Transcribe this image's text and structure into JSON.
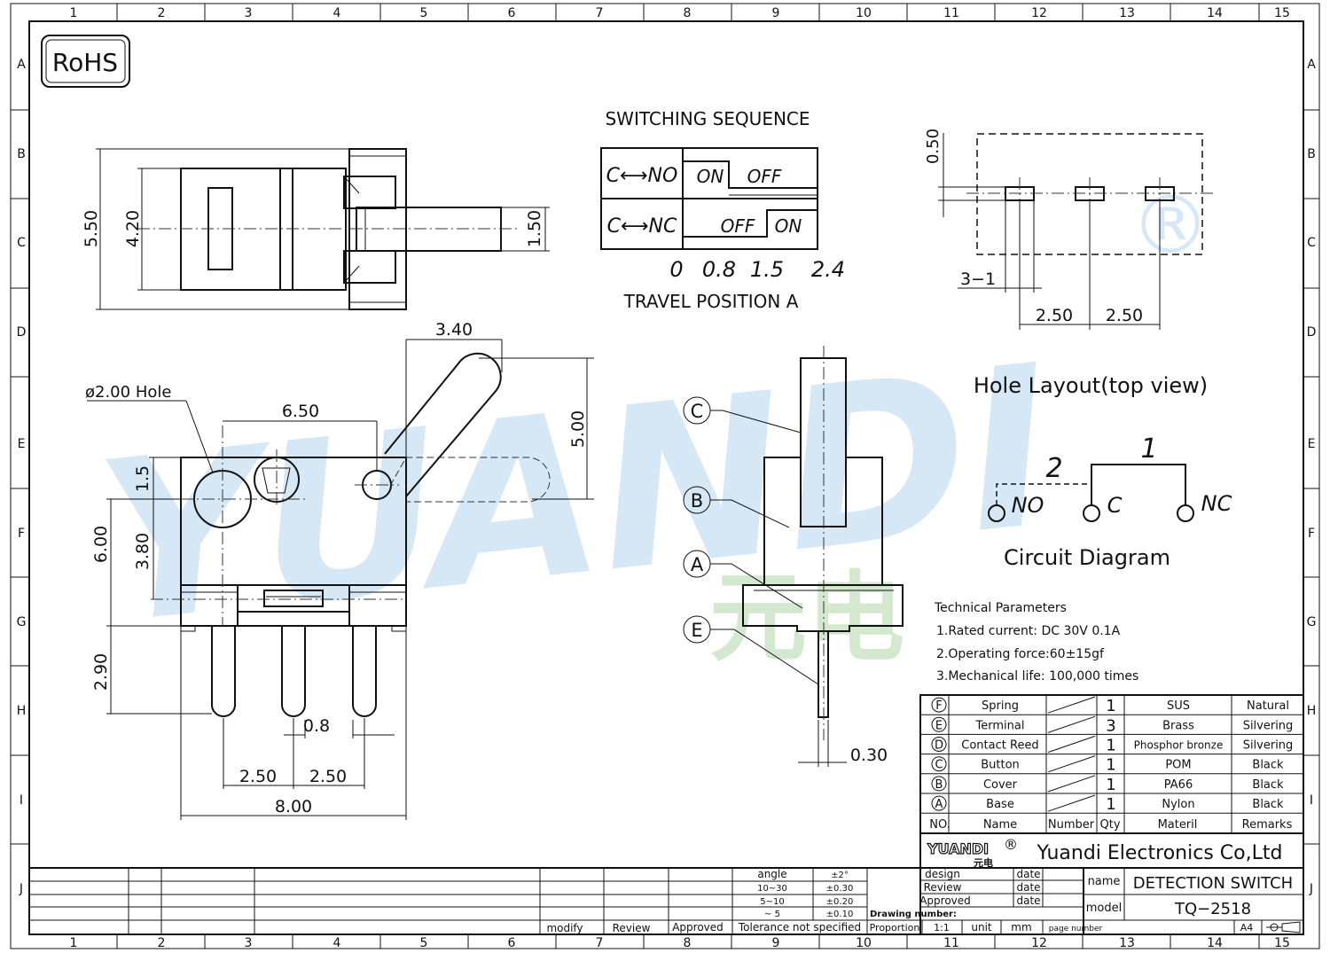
{
  "frame": {
    "columns": [
      "1",
      "2",
      "3",
      "4",
      "5",
      "6",
      "7",
      "8",
      "9",
      "10",
      "11",
      "12",
      "13",
      "14",
      "15"
    ],
    "rows": [
      "A",
      "B",
      "C",
      "D",
      "E",
      "F",
      "G",
      "H",
      "I",
      "J"
    ]
  },
  "badge": {
    "rohs": "RoHS"
  },
  "watermark": {
    "brand": "YUANDI",
    "sub": "元电",
    "mark": "®"
  },
  "top_view_dims": {
    "d_550": "5.50",
    "d_420": "4.20",
    "d_150": "1.50"
  },
  "front_view_dims": {
    "d_340": "3.40",
    "d_650": "6.50",
    "d_500": "5.00",
    "hole": "ø2.00 Hole",
    "d_15": "1.5",
    "d_600": "6.00",
    "d_380": "3.80",
    "d_290": "2.90",
    "d_08": "0.8",
    "d_250a": "2.50",
    "d_250b": "2.50",
    "d_800": "8.00"
  },
  "switching": {
    "title": "SWITCHING SEQUENCE",
    "row1_label": "C⟷NO",
    "row1_on": "ON",
    "row1_off": "OFF",
    "row2_label": "C⟷NC",
    "row2_off": "OFF",
    "row2_on": "ON",
    "positions": [
      "0",
      "0.8",
      "1.5",
      "2.4"
    ],
    "caption": "TRAVEL POSITION A"
  },
  "hole_layout": {
    "d_050": "0.50",
    "d_31": "3−1",
    "d_250a": "2.50",
    "d_250b": "2.50",
    "title": "Hole Layout(top view)"
  },
  "side_view": {
    "c": "C",
    "b": "B",
    "a": "A",
    "e": "E",
    "d_030": "0.30"
  },
  "circuit": {
    "num1": "1",
    "num2": "2",
    "no": "NO",
    "c": "C",
    "nc": "NC",
    "title": "Circuit Diagram"
  },
  "technical": {
    "title": "Technical Parameters",
    "items": [
      "1.Rated current: DC 30V 0.1A",
      "2.Operating force:60±15gf",
      "3.Mechanical life: 100,000 times"
    ]
  },
  "bom": {
    "rows": [
      {
        "no": "F",
        "name": "Spring",
        "qty": "1",
        "material": "SUS",
        "remarks": "Natural"
      },
      {
        "no": "E",
        "name": "Terminal",
        "qty": "3",
        "material": "Brass",
        "remarks": "Silvering"
      },
      {
        "no": "D",
        "name": "Contact Reed",
        "qty": "1",
        "material": "Phosphor bronze",
        "remarks": "Silvering"
      },
      {
        "no": "C",
        "name": "Button",
        "qty": "1",
        "material": "POM",
        "remarks": "Black"
      },
      {
        "no": "B",
        "name": "Cover",
        "qty": "1",
        "material": "PA66",
        "remarks": "Black"
      },
      {
        "no": "A",
        "name": "Base",
        "qty": "1",
        "material": "Nylon",
        "remarks": "Black"
      }
    ],
    "headers": {
      "no": "NO.",
      "name": "Name",
      "number": "Number",
      "qty": "Qty",
      "material": "Materil",
      "remarks": "Remarks"
    }
  },
  "company": {
    "logo": "YUANDI",
    "logo_sub": "元电",
    "reg": "®",
    "name": "Yuandi Electronics Co,Ltd"
  },
  "title_block": {
    "design": "design",
    "review": "Review",
    "approved": "Approved",
    "date1": "date",
    "date2": "date",
    "date3": "date",
    "name_label": "name",
    "name_value": "DETECTION SWITCH",
    "model_label": "model",
    "model_value": "TQ−2518",
    "drawing_number": "Drawing number:",
    "proportion_label": "Proportion",
    "proportion_value": "1:1",
    "unit_label": "unit",
    "unit_value": "mm",
    "page_number": "page number",
    "size": "A4"
  },
  "tolerance": {
    "rows": [
      {
        "range": "angle",
        "tol": "±2°"
      },
      {
        "range": "10~30",
        "tol": "±0.30"
      },
      {
        "range": "5~10",
        "tol": "±0.20"
      },
      {
        "range": "~ 5",
        "tol": "±0.10"
      }
    ],
    "footer": "Tolerance not specified"
  },
  "revision": {
    "modify": "modify",
    "review": "Review",
    "approved": "Approved"
  }
}
